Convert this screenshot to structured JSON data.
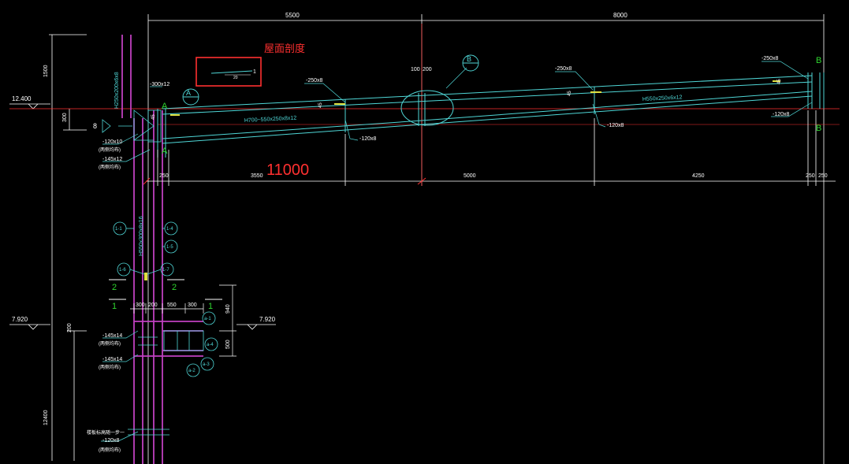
{
  "top_dims": {
    "d1": "5500",
    "d2": "8000"
  },
  "title_note": "屋面剖度",
  "slope_note": {
    "num": "1",
    "den": "20"
  },
  "elevations": {
    "e1": "12.400",
    "e2": "7.920",
    "e3": "7.920"
  },
  "left_dims": {
    "v1": "1500",
    "v2": "300",
    "v3": "200",
    "v4": "12400"
  },
  "member_labels": {
    "col_top": "H250x200x6x8",
    "col_main": "H550x300x8x16",
    "plate_top": "-300x12",
    "beam1": "H700~550x250x8x12",
    "beam2": "H550x250x6x12",
    "p250a": "-250x8",
    "p250b": "-250x8",
    "p250c": "-250x8",
    "p120a": "-120x8",
    "p120b": "-120x8",
    "p120c": "-120x8",
    "p120d": "-120x10",
    "p145a": "-145x12",
    "p145b": "-145x14",
    "p145c": "-145x14",
    "both_sides": "(两侧均布)",
    "p120e": "-120x8",
    "bottom_note": "楼板标高随一步一"
  },
  "center_dims": {
    "c1": "100",
    "c2": "200"
  },
  "span_dims": {
    "s1": "250",
    "s2": "3550",
    "s3": "5000",
    "s4": "4250",
    "s5": "250",
    "s6": "250",
    "big": "11000"
  },
  "lower_dims": {
    "a": "300",
    "b": "200",
    "c": "550",
    "d": "300",
    "h1": "940",
    "h2": "500"
  },
  "section_marks": {
    "A": "A",
    "B": "B",
    "one": "1",
    "two": "2"
  },
  "callouts": [
    "1-1",
    "1-4",
    "1-5",
    "1-6",
    "1-7",
    "a-1",
    "a-4",
    "a-3",
    "a-2"
  ],
  "small_dims": {
    "s45a": "45",
    "s45b": "45",
    "s45c": "45",
    "s45d": "45"
  },
  "colors": {
    "cyan": "#4fd6d6",
    "magenta": "#c040c0",
    "red": "#ff3030",
    "green": "#2fd62f",
    "yellow": "#e0e040",
    "white": "#ffffff"
  }
}
